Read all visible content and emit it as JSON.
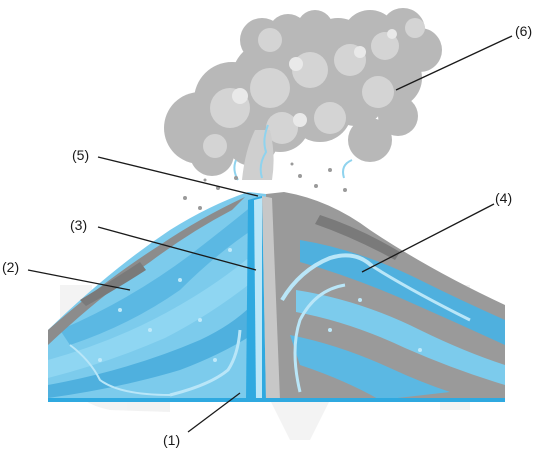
{
  "labels": {
    "l1": "(1)",
    "l2": "(2)",
    "l3": "(3)",
    "l4": "(4)",
    "l5": "(5)",
    "l6": "(6)"
  },
  "icons": [
    "volcano-cross-section",
    "ash-cloud"
  ],
  "colors": {
    "magma_blue": "#2fb4e6",
    "light_blue": "#7fd0f1",
    "rock_gray": "#8a8a8a",
    "ash_gray": "#bdbdbd",
    "leader_line": "#1a1a1a"
  }
}
